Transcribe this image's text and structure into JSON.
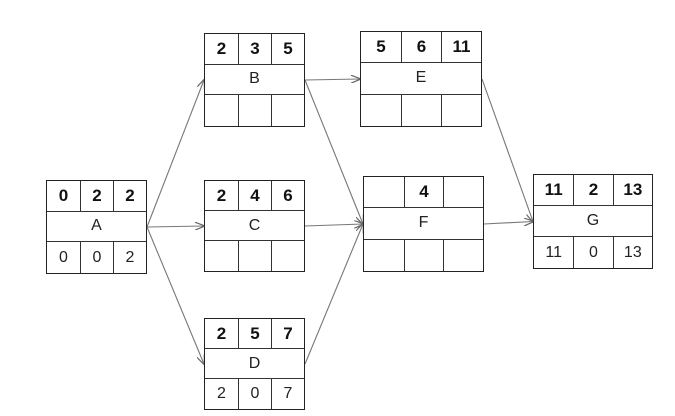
{
  "nodes": {
    "A": {
      "name": "A",
      "top": [
        "0",
        "2",
        "2"
      ],
      "bottom": [
        "0",
        "0",
        "2"
      ]
    },
    "B": {
      "name": "B",
      "top": [
        "2",
        "3",
        "5"
      ],
      "bottom": [
        "",
        "",
        ""
      ]
    },
    "C": {
      "name": "C",
      "top": [
        "2",
        "4",
        "6"
      ],
      "bottom": [
        "",
        "",
        ""
      ]
    },
    "D": {
      "name": "D",
      "top": [
        "2",
        "5",
        "7"
      ],
      "bottom": [
        "2",
        "0",
        "7"
      ]
    },
    "E": {
      "name": "E",
      "top": [
        "5",
        "6",
        "11"
      ],
      "bottom": [
        "",
        "",
        ""
      ]
    },
    "F": {
      "name": "F",
      "top": [
        "",
        "4",
        ""
      ],
      "bottom": [
        "",
        "",
        ""
      ]
    },
    "G": {
      "name": "G",
      "top": [
        "11",
        "2",
        "13"
      ],
      "bottom": [
        "11",
        "0",
        "13"
      ]
    }
  },
  "edges": [
    {
      "from": "A",
      "to": "B"
    },
    {
      "from": "A",
      "to": "C"
    },
    {
      "from": "A",
      "to": "D"
    },
    {
      "from": "B",
      "to": "E"
    },
    {
      "from": "B",
      "to": "F"
    },
    {
      "from": "C",
      "to": "F"
    },
    {
      "from": "D",
      "to": "F"
    },
    {
      "from": "E",
      "to": "G"
    },
    {
      "from": "F",
      "to": "G"
    }
  ],
  "colors": {
    "line": "#777777",
    "border": "#222222"
  }
}
